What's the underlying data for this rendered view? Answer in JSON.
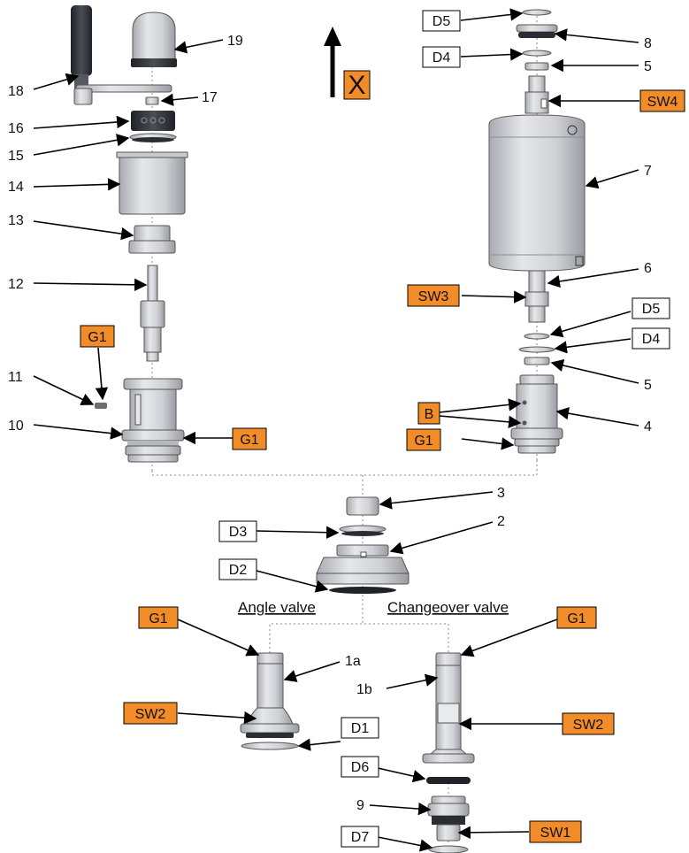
{
  "colors": {
    "tag_orange": "#f28c28",
    "tag_white": "#ffffff",
    "metal_light": "#dcdde0",
    "metal_mid": "#c4c6cb",
    "metal_dark": "#9a9ca2",
    "rubber": "#2a2d33",
    "handle": "#3a3d42"
  },
  "direction": {
    "label": "X"
  },
  "section_labels": {
    "angle": "Angle valve",
    "changeover": "Changeover valve"
  },
  "numbers": {
    "n19": "19",
    "n18": "18",
    "n17": "17",
    "n16": "16",
    "n15": "15",
    "n14": "14",
    "n13": "13",
    "n12": "12",
    "n11": "11",
    "n10": "10",
    "n8": "8",
    "n5a": "5",
    "n7": "7",
    "n6": "6",
    "n5b": "5",
    "n4": "4",
    "n3": "3",
    "n2": "2",
    "n1a": "1a",
    "n1b": "1b",
    "n9": "9"
  },
  "tags": {
    "d5_top": "D5",
    "d4_top": "D4",
    "sw4": "SW4",
    "sw3": "SW3",
    "d5_mid": "D5",
    "d4_mid": "D4",
    "g1_left_top": "G1",
    "g1_left": "G1",
    "b": "B",
    "g1_right": "G1",
    "d3": "D3",
    "d2": "D2",
    "g1_angle": "G1",
    "g1_change": "G1",
    "sw2_angle": "SW2",
    "sw2_change": "SW2",
    "d1": "D1",
    "d6": "D6",
    "d7": "D7",
    "sw1": "SW1"
  }
}
